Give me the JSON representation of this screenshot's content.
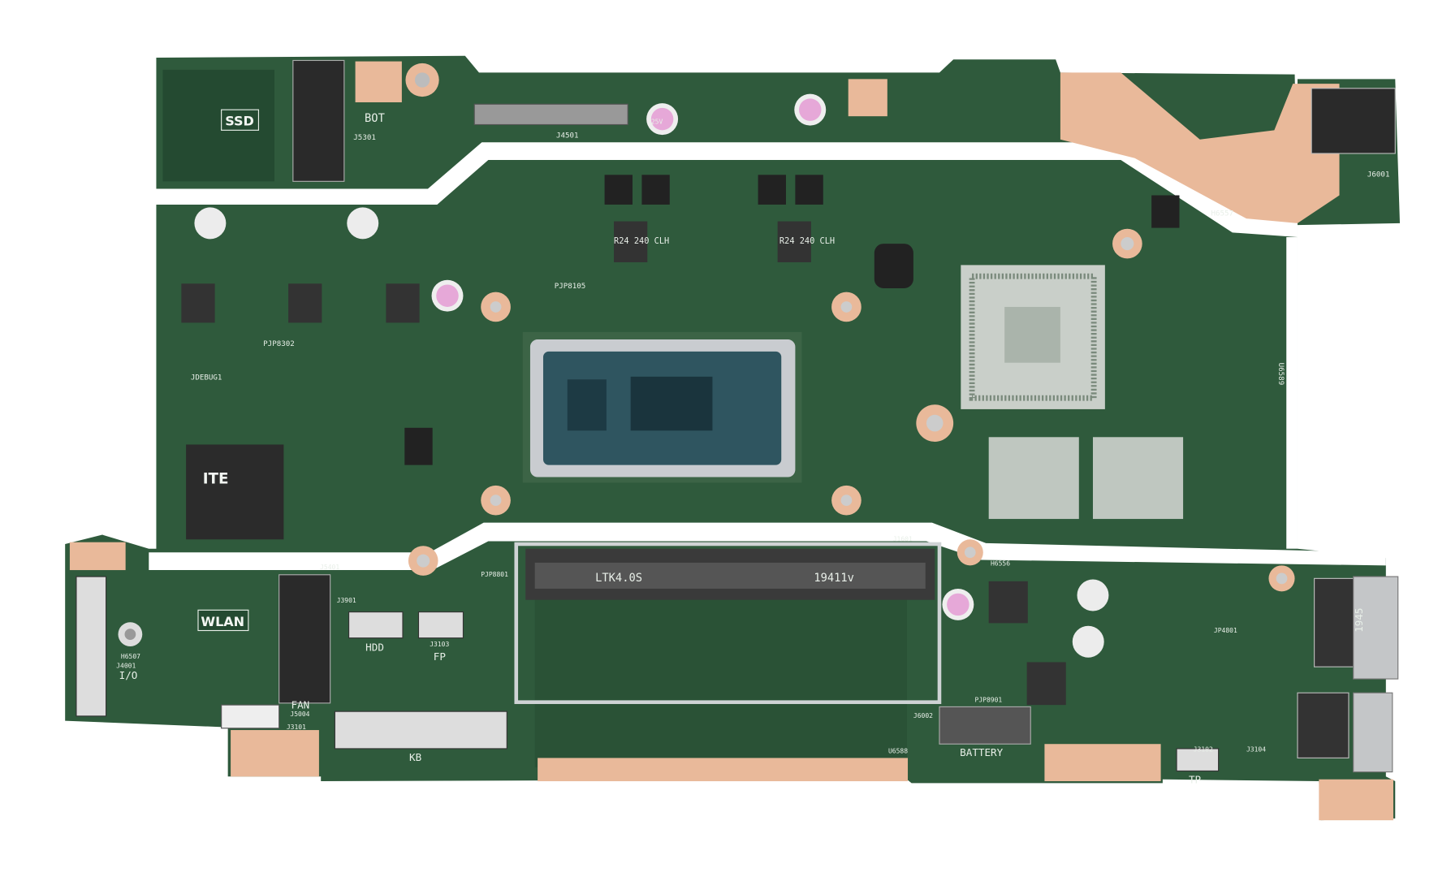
{
  "colors": {
    "board": "#2f5a3c",
    "board_dark": "#244a31",
    "strip": "#ffffff",
    "copper": "#e9b99a",
    "cpu_frame": "#c9ccd0",
    "die": "#1d3a44",
    "metal": "#b9bcbf",
    "connector": "#2a2a2a"
  },
  "labels": {
    "ssd": "SSD",
    "bot": "BOT",
    "j5301": "J5301",
    "j4501": "J4501",
    "j6001": "J6001",
    "h6557": "H6557",
    "pjp8105": "PJP8105",
    "pjp8302": "PJP8302",
    "jdebug1": "JDEBUG1",
    "u6589": "U6589",
    "wlan": "WLAN",
    "io": "I/O",
    "j4001": "J4001",
    "h6507": "H6507",
    "j5401": "J5401",
    "j5004": "J5004",
    "j3901": "J3901",
    "fan": "FAN",
    "j3101": "J3101",
    "hdd": "HDD",
    "fp": "FP",
    "j3103": "J3103",
    "pjp8801": "PJP8801",
    "kb": "KB",
    "j1601": "J1601",
    "ltk": "LTK4.0S",
    "lot": "19411v",
    "j6002": "J6002",
    "u6588": "U6588",
    "h6556": "H6556",
    "pjp8901": "PJP8901",
    "battery": "BATTERY",
    "tp": "TP",
    "j3102": "J3102",
    "j3104": "J3104",
    "jp4801": "JP4801",
    "usb_mark": "1945",
    "inductor1": "R24 240 CLH",
    "inductor2": "R24 240 CLH",
    "ite": "ITE",
    "cap_mark": "25V"
  }
}
